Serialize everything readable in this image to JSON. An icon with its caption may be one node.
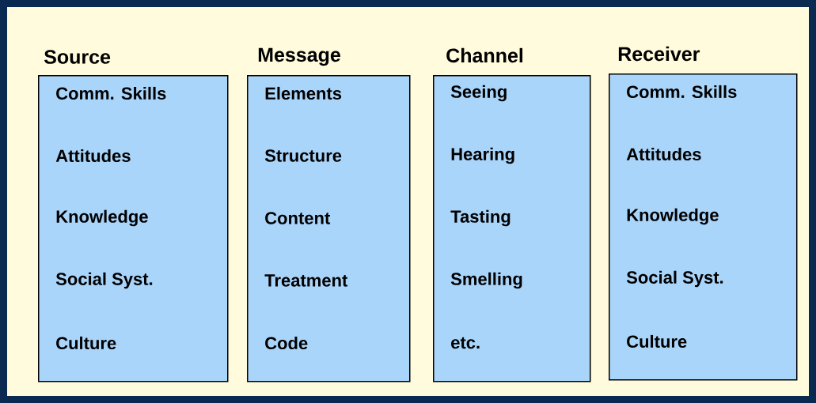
{
  "diagram": {
    "nodes": [
      {
        "text": [
          "Source",
          "Comm. Skills",
          "Attitudes",
          "Knowledge",
          "Social Syst.",
          "Culture"
        ]
      },
      {
        "text": [
          "Message",
          "Elements",
          "Structure",
          "Content",
          "Treatment",
          "Code"
        ]
      },
      {
        "text": [
          "Channel",
          "Seeing",
          "Hearing",
          "Tasting",
          "Smelling",
          "etc."
        ]
      },
      {
        "text": [
          "Receiver",
          "Comm. Skills",
          "Attitudes",
          "Knowledge",
          "Social Syst.",
          "Culture"
        ]
      }
    ]
  }
}
